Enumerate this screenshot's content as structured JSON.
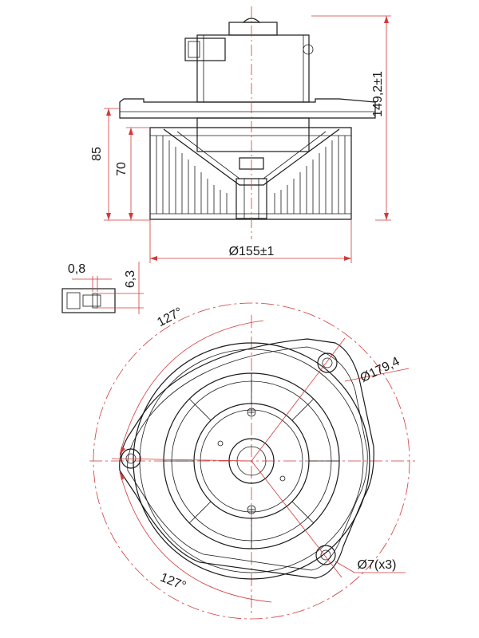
{
  "dimensions": {
    "height_total": "149,2±1",
    "height_85": "85",
    "height_70": "70",
    "diameter_wheel": "Ø155±1",
    "connector_width": "0,8",
    "connector_height": "6,3",
    "angle_top": "127°",
    "angle_bottom": "127°",
    "diameter_bolt_circle": "Ø179,4",
    "hole_diameter": "Ø7(x3)"
  },
  "colors": {
    "outline": "#1a1a1a",
    "dimension_line": "#d23a3a"
  }
}
